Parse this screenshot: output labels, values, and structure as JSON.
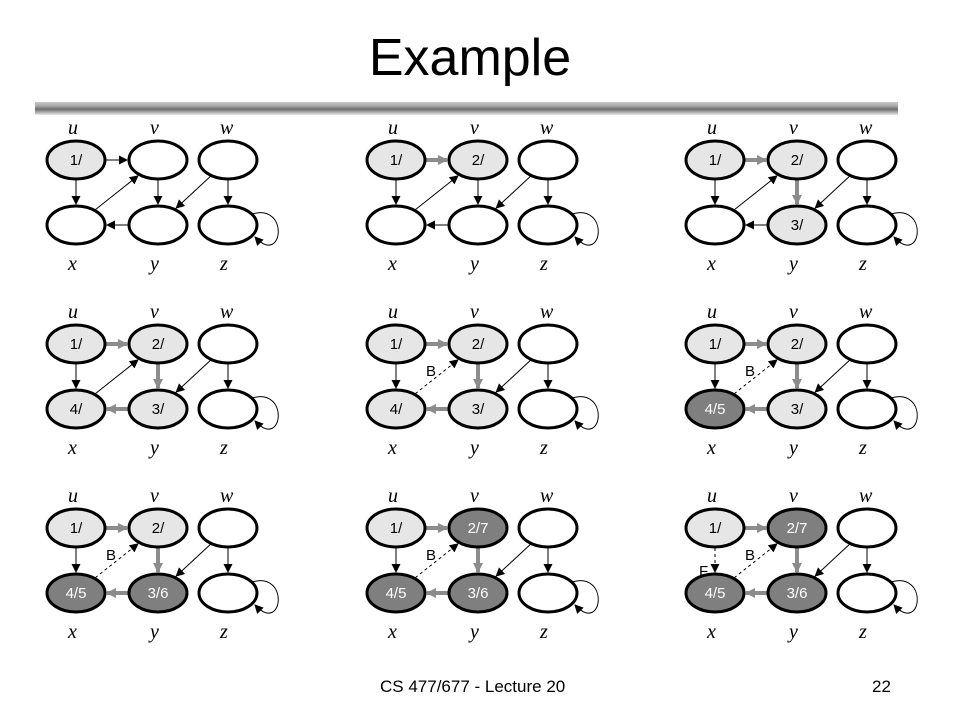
{
  "title": "Example",
  "footer": {
    "left": "CS 477/677 - Lecture 20",
    "right": "22"
  },
  "colors": {
    "white": "#ffffff",
    "gray": "#e6e6e6",
    "black": "#7f7f7f",
    "edge": "#000000",
    "tree_edge": "#8c8c8c"
  },
  "vertices": [
    "u",
    "v",
    "w",
    "x",
    "y",
    "z"
  ],
  "vertex_labels": {
    "u": "u",
    "v": "v",
    "w": "w",
    "x": "x",
    "y": "y",
    "z": "z"
  },
  "edges": [
    [
      "u",
      "v"
    ],
    [
      "u",
      "x"
    ],
    [
      "x",
      "v"
    ],
    [
      "v",
      "y"
    ],
    [
      "y",
      "x"
    ],
    [
      "w",
      "y"
    ],
    [
      "w",
      "z"
    ],
    [
      "z",
      "z"
    ]
  ],
  "steps": [
    {
      "nodes": {
        "u": {
          "text": "1/",
          "state": "gray"
        },
        "v": {
          "text": "",
          "state": "white"
        },
        "w": {
          "text": "",
          "state": "white"
        },
        "x": {
          "text": "",
          "state": "white"
        },
        "y": {
          "text": "",
          "state": "white"
        },
        "z": {
          "text": "",
          "state": "white"
        }
      },
      "tree": [],
      "labels": {}
    },
    {
      "nodes": {
        "u": {
          "text": "1/",
          "state": "gray"
        },
        "v": {
          "text": "2/",
          "state": "gray"
        },
        "w": {
          "text": "",
          "state": "white"
        },
        "x": {
          "text": "",
          "state": "white"
        },
        "y": {
          "text": "",
          "state": "white"
        },
        "z": {
          "text": "",
          "state": "white"
        }
      },
      "tree": [
        "u-v"
      ],
      "labels": {}
    },
    {
      "nodes": {
        "u": {
          "text": "1/",
          "state": "gray"
        },
        "v": {
          "text": "2/",
          "state": "gray"
        },
        "w": {
          "text": "",
          "state": "white"
        },
        "x": {
          "text": "",
          "state": "white"
        },
        "y": {
          "text": "3/",
          "state": "gray"
        },
        "z": {
          "text": "",
          "state": "white"
        }
      },
      "tree": [
        "u-v",
        "v-y"
      ],
      "labels": {}
    },
    {
      "nodes": {
        "u": {
          "text": "1/",
          "state": "gray"
        },
        "v": {
          "text": "2/",
          "state": "gray"
        },
        "w": {
          "text": "",
          "state": "white"
        },
        "x": {
          "text": "4/",
          "state": "gray"
        },
        "y": {
          "text": "3/",
          "state": "gray"
        },
        "z": {
          "text": "",
          "state": "white"
        }
      },
      "tree": [
        "u-v",
        "v-y",
        "y-x"
      ],
      "labels": {}
    },
    {
      "nodes": {
        "u": {
          "text": "1/",
          "state": "gray"
        },
        "v": {
          "text": "2/",
          "state": "gray"
        },
        "w": {
          "text": "",
          "state": "white"
        },
        "x": {
          "text": "4/",
          "state": "gray"
        },
        "y": {
          "text": "3/",
          "state": "gray"
        },
        "z": {
          "text": "",
          "state": "white"
        }
      },
      "tree": [
        "u-v",
        "v-y",
        "y-x"
      ],
      "labels": {
        "x-v": "B"
      }
    },
    {
      "nodes": {
        "u": {
          "text": "1/",
          "state": "gray"
        },
        "v": {
          "text": "2/",
          "state": "gray"
        },
        "w": {
          "text": "",
          "state": "white"
        },
        "x": {
          "text": "4/5",
          "state": "black"
        },
        "y": {
          "text": "3/",
          "state": "gray"
        },
        "z": {
          "text": "",
          "state": "white"
        }
      },
      "tree": [
        "u-v",
        "v-y",
        "y-x"
      ],
      "labels": {
        "x-v": "B"
      }
    },
    {
      "nodes": {
        "u": {
          "text": "1/",
          "state": "gray"
        },
        "v": {
          "text": "2/",
          "state": "gray"
        },
        "w": {
          "text": "",
          "state": "white"
        },
        "x": {
          "text": "4/5",
          "state": "black"
        },
        "y": {
          "text": "3/6",
          "state": "black"
        },
        "z": {
          "text": "",
          "state": "white"
        }
      },
      "tree": [
        "u-v",
        "v-y",
        "y-x"
      ],
      "labels": {
        "x-v": "B"
      }
    },
    {
      "nodes": {
        "u": {
          "text": "1/",
          "state": "gray"
        },
        "v": {
          "text": "2/7",
          "state": "black"
        },
        "w": {
          "text": "",
          "state": "white"
        },
        "x": {
          "text": "4/5",
          "state": "black"
        },
        "y": {
          "text": "3/6",
          "state": "black"
        },
        "z": {
          "text": "",
          "state": "white"
        }
      },
      "tree": [
        "u-v",
        "v-y",
        "y-x"
      ],
      "labels": {
        "x-v": "B"
      }
    },
    {
      "nodes": {
        "u": {
          "text": "1/",
          "state": "gray"
        },
        "v": {
          "text": "2/7",
          "state": "black"
        },
        "w": {
          "text": "",
          "state": "white"
        },
        "x": {
          "text": "4/5",
          "state": "black"
        },
        "y": {
          "text": "3/6",
          "state": "black"
        },
        "z": {
          "text": "",
          "state": "white"
        }
      },
      "tree": [
        "u-v",
        "v-y",
        "y-x"
      ],
      "labels": {
        "x-v": "B",
        "u-x": "F"
      }
    }
  ]
}
